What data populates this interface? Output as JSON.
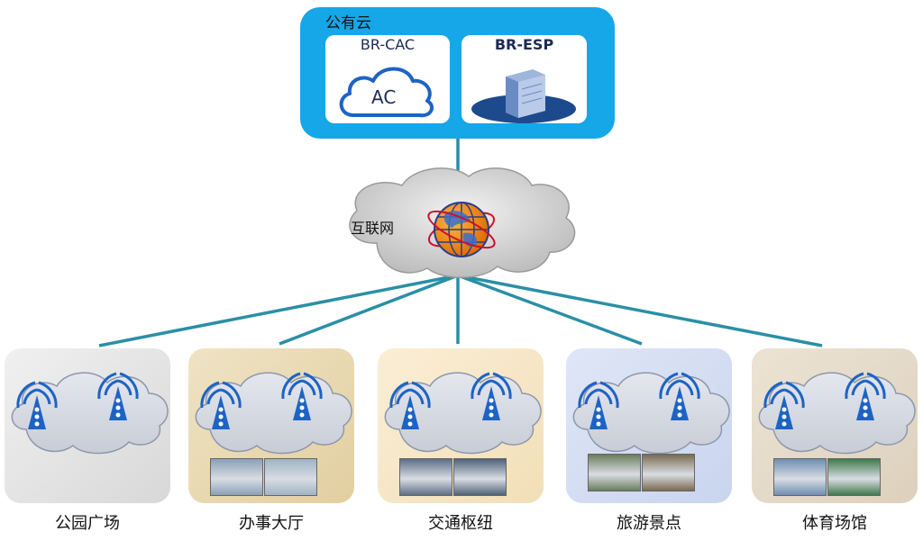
{
  "public_cloud": {
    "title": "公有云",
    "servers": [
      {
        "label": "BR-CAC",
        "icon": "cloud-ac-icon",
        "icon_text": "AC"
      },
      {
        "label": "BR-ESP",
        "icon": "server-tower-icon"
      }
    ]
  },
  "internet": {
    "label": "互联网",
    "icon": "globe-icon"
  },
  "sites": [
    {
      "label": "公园广场",
      "theme": "gray"
    },
    {
      "label": "办事大厅",
      "theme": "sand"
    },
    {
      "label": "交通枢纽",
      "theme": "cream"
    },
    {
      "label": "旅游景点",
      "theme": "lavender"
    },
    {
      "label": "体育场馆",
      "theme": "beige"
    }
  ],
  "colors": {
    "cloud_box": "#15a7e8",
    "link_line": "#2a8fa6",
    "text_dark": "#1d2a55",
    "antenna": "#1d63c5"
  }
}
